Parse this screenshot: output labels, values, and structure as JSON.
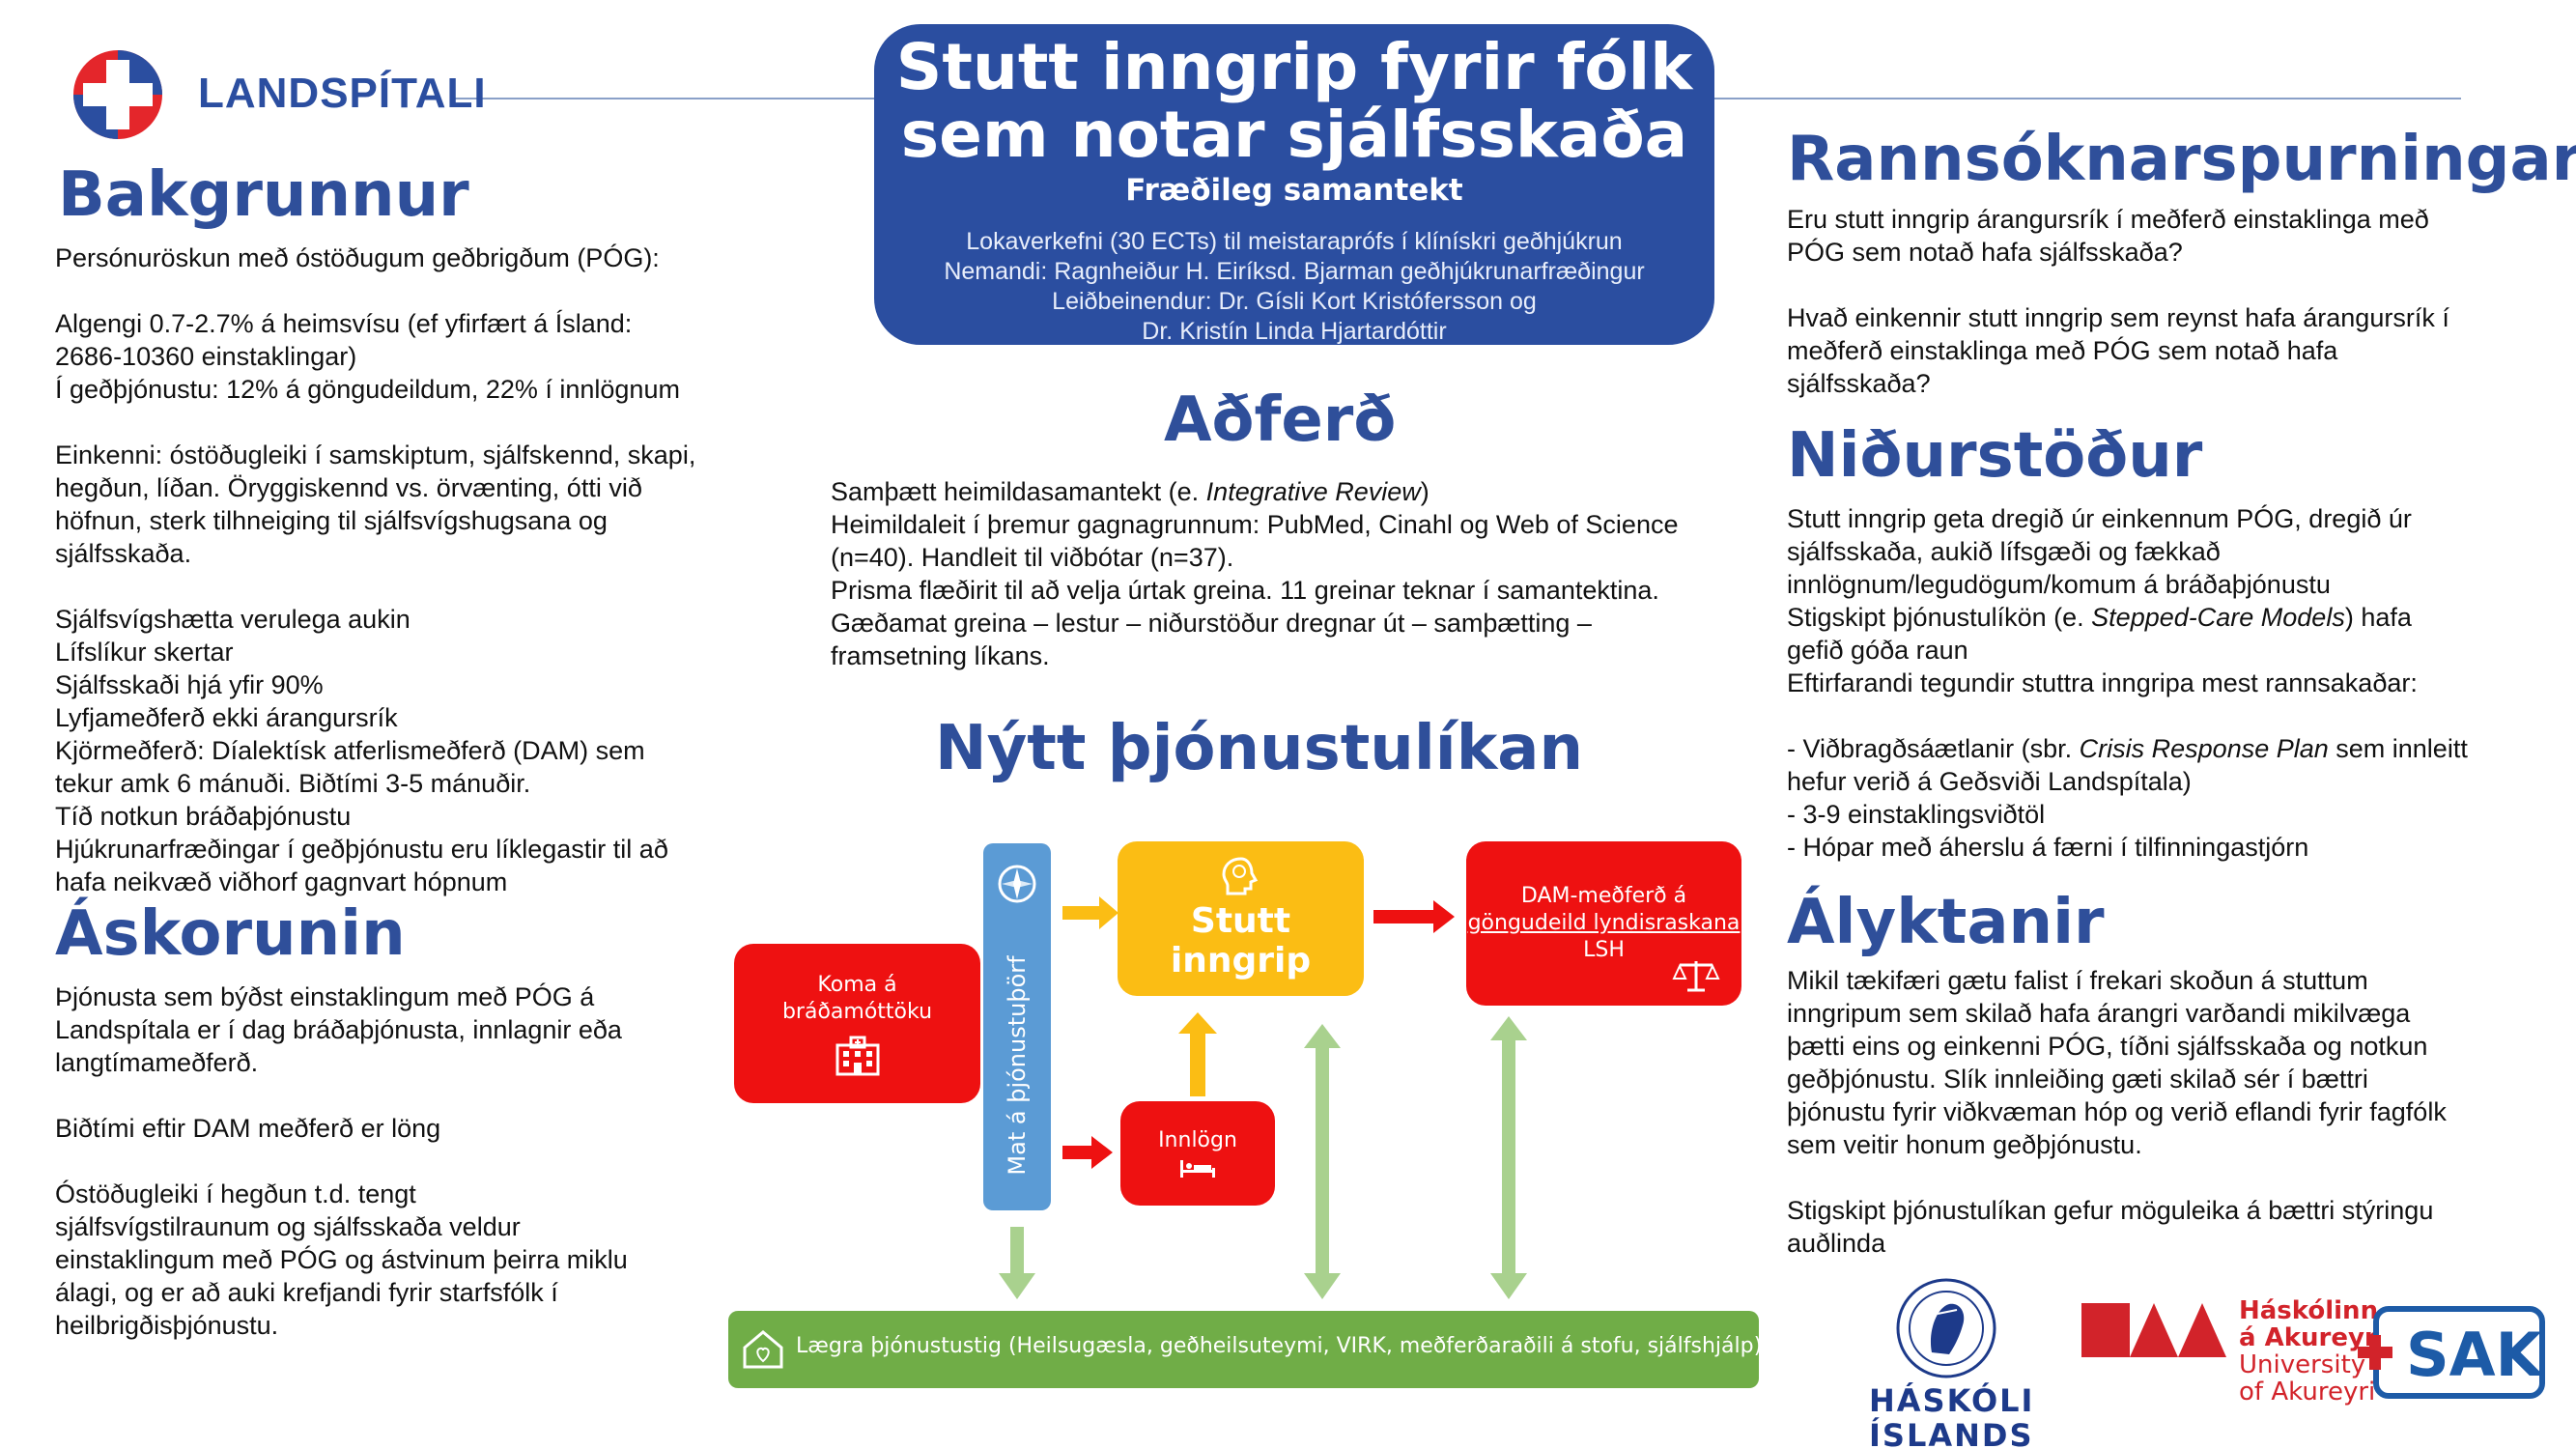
{
  "header": {
    "org_name": "LANDSPÍTALI",
    "title_line1": "Stutt inngrip fyrir fólk",
    "title_line2": "sem notar sjálfsskaða",
    "subtitle": "Fræðileg samantekt",
    "info": [
      "Lokaverkefni (30 ECTs) til meistaraprófs í klínískri geðhjúkrun",
      "Nemandi: Ragnheiður H. Eiríksd. Bjarman geðhjúkrunarfræðingur",
      "Leiðbeinendur: Dr. Gísli Kort Kristófersson og",
      "Dr. Kristín Linda Hjartardóttir"
    ]
  },
  "bakgrunnur": {
    "heading": "Bakgrunnur",
    "p1": "Persónuröskun með óstöðugum geðbrigðum (PÓG):",
    "p2": [
      "Algengi 0.7-2.7% á heimsvísu (ef yfirfært á Ísland:",
      "2686-10360 einstaklingar)",
      "Í geðþjónustu: 12% á göngudeildum, 22% í innlögnum"
    ],
    "p3": [
      "Einkenni: óstöðugleiki í samskiptum, sjálfskennd, skapi,",
      "hegðun, líðan. Öryggiskennd vs. örvænting, ótti við",
      "höfnun, sterk tilhneiging til sjálfsvígshugsana og",
      "sjálfsskaða."
    ],
    "p4": [
      "Sjálfsvígshætta verulega aukin",
      "Lífslíkur skertar",
      "Sjálfsskaði hjá yfir 90%",
      "Lyfjameðferð ekki árangursrík",
      "Kjörmeðferð: Díalektísk atferlismeðferð (DAM) sem",
      "tekur amk 6 mánuði. Biðtími 3-5 mánuðir.",
      "Tíð notkun bráðaþjónustu",
      "Hjúkrunarfræðingar í geðþjónustu eru líklegastir til að",
      "hafa neikvæð viðhorf gagnvart hópnum"
    ]
  },
  "askorunin": {
    "heading": "Áskorunin",
    "p1": [
      "Þjónusta sem býðst einstaklingum með PÓG á",
      "Landspítala er í dag bráðaþjónusta, innlagnir eða",
      "langtímameðferð."
    ],
    "p2": [
      "Biðtími eftir DAM meðferð er löng"
    ],
    "p3": [
      "Óstöðugleiki í hegðun t.d. tengt",
      "sjálfsvígstilraunum og sjálfsskaða veldur",
      "einstaklingum með PÓG og ástvinum þeirra miklu",
      "álagi, og er að auki krefjandi fyrir starfsfólk í",
      "heilbrigðisþjónustu."
    ]
  },
  "adferd": {
    "heading": "Aðferð",
    "line1_pre": "Samþætt heimildasamantekt (e. ",
    "line1_it": "Integrative Review",
    "line1_post": ")",
    "lines": [
      "Heimildaleit í þremur gagnagrunnum: PubMed, Cinahl og Web of Science",
      "(n=40). Handleit til viðbótar (n=37).",
      "Prisma flæðirit til að velja úrtak greina. 11 greinar teknar í samantektina.",
      "Gæðamat greina – lestur – niðurstöður dregnar út – samþætting –",
      "framsetning líkans."
    ]
  },
  "model": {
    "heading": "Nýtt þjónustulíkan",
    "koma": [
      "Koma á",
      "bráðamóttöku"
    ],
    "mat": "Mat á þjónustuþörf",
    "stutt": "Stutt inngrip",
    "innlogn": "Innlögn",
    "dam": [
      "DAM-meðferð á",
      "göngudeild lyndisraskana",
      "LSH"
    ],
    "laegra": "Lægra þjónustustig (Heilsugæsla, geðheilsuteymi, VIRK, meðferðaraðili á stofu, sjálfshjálp)",
    "colors": {
      "red": "#ee1111",
      "yellow": "#fbbd14",
      "blue": "#5b9bd5",
      "green": "#70ad47",
      "arrow_orange": "#fbbd14",
      "arrow_red": "#ee1111",
      "arrow_green": "#a9d18e"
    }
  },
  "rannsokn": {
    "heading": "Rannsóknarspurningar",
    "p1": [
      "Eru stutt inngrip árangursrík í meðferð einstaklinga með",
      "PÓG sem notað hafa sjálfsskaða?"
    ],
    "p2": [
      "Hvað einkennir stutt inngrip sem reynst hafa árangursrík í",
      "meðferð einstaklinga með PÓG sem notað hafa",
      "sjálfsskaða?"
    ]
  },
  "nidurstodur": {
    "heading": "Niðurstöður",
    "lines_a": [
      "Stutt inngrip geta dregið úr einkennum PÓG, dregið úr",
      "sjálfsskaða, aukið lífsgæði og fækkað",
      "innlögnum/legudögum/komum á bráðaþjónustu"
    ],
    "sc_pre": "Stigskipt þjónustulíkön (e. ",
    "sc_it": "Stepped-Care Models",
    "sc_post": ") hafa",
    "lines_b": [
      "gefið góða raun",
      "Eftirfarandi tegundir stuttra inngripa mest rannsakaðar:"
    ],
    "crp_pre": "- Viðbragðsáætlanir (sbr. ",
    "crp_it": "Crisis Response Plan",
    "crp_post": " sem innleitt",
    "lines_c": [
      "hefur verið á Geðsviði Landspítala)",
      "- 3-9 einstaklingsviðtöl",
      "- Hópar með áherslu á færni í tilfinningastjórn"
    ]
  },
  "alyktanir": {
    "heading": "Ályktanir",
    "p1": [
      "Mikil tækifæri gætu falist í frekari skoðun á stuttum",
      "inngripum sem skilað hafa árangri varðandi mikilvæga",
      "þætti eins og einkenni PÓG, tíðni sjálfsskaða og notkun",
      "geðþjónustu. Slík innleiðing gæti skilað sér í bættri",
      "þjónustu fyrir viðkvæman hóp og verið eflandi fyrir fagfólk",
      "sem veitir honum geðþjónustu."
    ],
    "p2": [
      "Stigskipt þjónustulíkan gefur möguleika á bættri stýringu",
      "auðlinda"
    ]
  },
  "footer": {
    "hi": [
      "HÁSKÓLI",
      "ÍSLANDS"
    ],
    "ha": [
      "Háskólinn",
      "á Akureyri",
      "University",
      "of Akureyri"
    ],
    "sak": "SAK"
  }
}
